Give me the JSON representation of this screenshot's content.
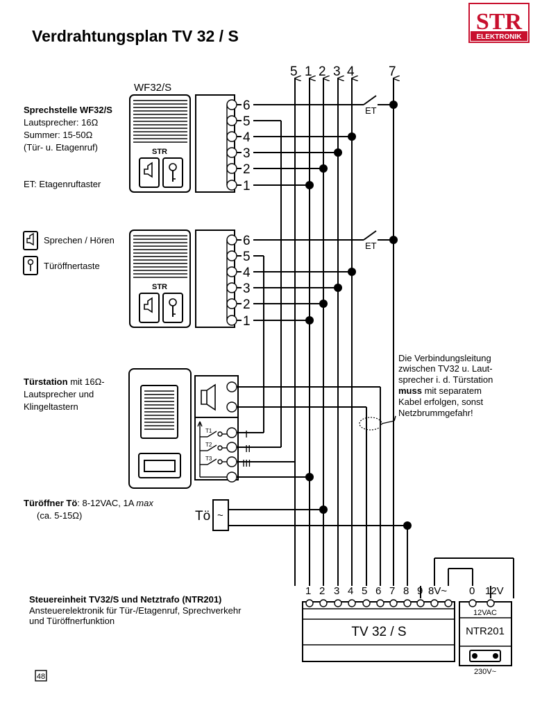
{
  "page": {
    "title": "Verdrahtungsplan TV 32 / S",
    "page_number": "48"
  },
  "logo": {
    "name": "STR",
    "subtitle": "ELEKTRONIK",
    "brand_color": "#c8102e"
  },
  "bus_labels": {
    "top": [
      "5",
      "1",
      "2",
      "3",
      "4",
      "7"
    ]
  },
  "station1": {
    "model": "WF32/S",
    "heading": "Sprechstelle WF32/S",
    "lines": [
      "Lautsprecher: 16Ω",
      "Summer: 15-50Ω",
      "(Tür- u. Etagenruf)"
    ],
    "et_note": "ET: Etagenruftaster",
    "terminals": [
      "6",
      "5",
      "4",
      "3",
      "2",
      "1"
    ],
    "switch_label": "ET",
    "brand": "STR"
  },
  "station2": {
    "terminals": [
      "6",
      "5",
      "4",
      "3",
      "2",
      "1"
    ],
    "switch_label": "ET",
    "brand": "STR"
  },
  "legend": {
    "speak": "Sprechen / Hören",
    "door": "Türöffnertaste"
  },
  "door_station": {
    "heading": "Türstation",
    "rest_line1": "mit 16Ω-",
    "line2": "Lautsprecher und",
    "line3": "Klingeltastern",
    "button_labels": [
      "I",
      "II",
      "III"
    ],
    "contact_labels": [
      "T1",
      "T2",
      "T3"
    ]
  },
  "note": {
    "lines": [
      "Die Verbindungsleitung",
      "zwischen TV32 u. Laut-",
      "sprecher i. d. Türstation"
    ],
    "bold_word": "muss",
    "rest_line4": "mit separatem",
    "lines_after": [
      "Kabel erfolgen, sonst",
      "Netzbrummgefahr!"
    ]
  },
  "door_opener": {
    "heading": "Türöffner Tö",
    "spec_a": ": 8-12VAC, 1A ",
    "spec_b": "max",
    "spec2": "(ca. 5-15Ω)",
    "label": "Tö",
    "symbol": "~"
  },
  "controller": {
    "heading": "Steuereinheit TV32/S und Netztrafo (NTR201)",
    "desc1": "Ansteuerelektronik für Tür-/Etagenruf, Sprechverkehr",
    "desc2": "und Türöffnerfunktion",
    "tv32_terminals": [
      "1",
      "2",
      "3",
      "4",
      "5",
      "6",
      "7",
      "8",
      "9",
      "8V~"
    ],
    "tv32_label": "TV 32 / S",
    "ntr_terminals": [
      "0",
      "12V"
    ],
    "ntr_output": "12VAC",
    "ntr_label": "NTR201",
    "ntr_input": "230V~"
  }
}
